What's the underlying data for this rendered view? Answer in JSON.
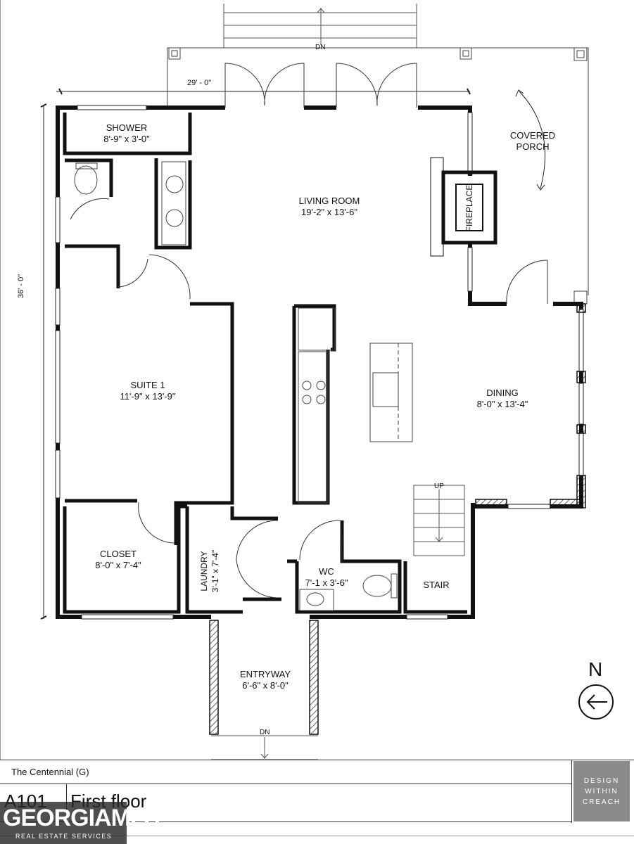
{
  "plan": {
    "overall_width": "29' - 0\"",
    "overall_depth": "36' - 0\"",
    "porch_stair_label": "DN",
    "entry_stair_label": "DN",
    "stair_up_label": "UP",
    "north_label": "N"
  },
  "rooms": {
    "shower": {
      "name": "SHOWER",
      "size": "8'-9\" x 3'-0\""
    },
    "porch": {
      "name": "COVERED",
      "name2": "PORCH"
    },
    "living": {
      "name": "LIVING ROOM",
      "size": "19'-2\" x 13'-6\""
    },
    "fireplace": {
      "name": "FIREPLACE"
    },
    "suite": {
      "name": "SUITE 1",
      "size": "11'-9\" x 13'-9\""
    },
    "dining": {
      "name": "DINING",
      "size": "8'-0\" x 13'-4\""
    },
    "closet": {
      "name": "CLOSET",
      "size": "8'-0\" x 7'-4\""
    },
    "laundry": {
      "name": "LAUNDRY",
      "size": "3'-1\" x 7'-4\""
    },
    "wc": {
      "name": "WC",
      "size": "7'-1 x 3'-6\""
    },
    "stair": {
      "name": "STAIR"
    },
    "entryway": {
      "name": "ENTRYWAY",
      "size": "6'-6\" x 8'-0\""
    }
  },
  "titleblock": {
    "project": "The Centennial (G)",
    "sheet_number": "A101",
    "sheet_title": "First floor",
    "firm_line1": "DESIGN",
    "firm_line2": "WITHIN",
    "firm_line3": "CREACH"
  },
  "watermark": {
    "brand": "GEORGIAMLS",
    "tagline": "REAL ESTATE SERVICES"
  }
}
